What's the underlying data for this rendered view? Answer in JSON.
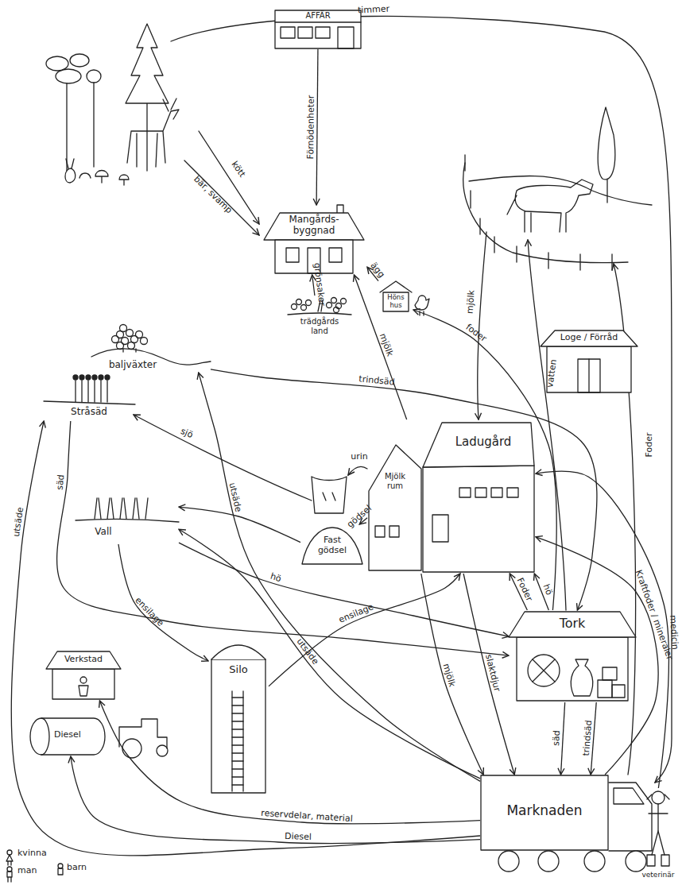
{
  "diagram": {
    "nodes": [
      {
        "text": [
          "AFFÄR"
        ]
      },
      {
        "text": [
          "Mangårds- byggnad"
        ]
      },
      {
        "text": [
          "trädgårds land"
        ]
      },
      {
        "text": [
          "Höns hus"
        ]
      },
      {
        "text": [
          "Loge / Förråd"
        ]
      },
      {
        "text": [
          "baljväxter"
        ]
      },
      {
        "text": [
          "Stråsäd"
        ]
      },
      {
        "text": [
          "Ladugård"
        ]
      },
      {
        "text": [
          "Mjölk rum"
        ],
        "in": 7
      },
      {
        "text": [
          "Fast gödsel"
        ]
      },
      {
        "text": [
          "Vall"
        ]
      },
      {
        "text": [
          "Tork"
        ]
      },
      {
        "text": [
          "Verkstad"
        ]
      },
      {
        "text": [
          "Silo"
        ]
      },
      {
        "text": [
          "Diesel"
        ]
      },
      {
        "text": [
          "Marknaden"
        ]
      },
      {
        "text": [
          "veterinär"
        ]
      }
    ],
    "edges": [
      {
        "from": 0,
        "to": 1,
        "arrow": "to",
        "label": "Förnödenheter"
      },
      {
        "from": 2,
        "to": 1,
        "arrow": "to",
        "label": "grönsaker"
      },
      {
        "from": 3,
        "to": 1,
        "arrow": "to",
        "label": "ägg"
      },
      {
        "from": 7,
        "to": 1,
        "arrow": "to",
        "label": "mjölk"
      },
      {
        "from": 11,
        "to": 3,
        "arrow": "to",
        "label": "foder"
      },
      {
        "from": 5,
        "to": 11,
        "arrow": "to",
        "label": "trindsäd"
      },
      {
        "from": 15,
        "to": 5,
        "arrow": "to",
        "label": "utsäde"
      },
      {
        "from": 15,
        "to": 6,
        "arrow": "to",
        "label": "utsäde"
      },
      {
        "from": 6,
        "to": 11,
        "arrow": "to",
        "label": "säd"
      },
      {
        "from": 7,
        "to": 9,
        "arrow": "to",
        "label": "gödsel"
      },
      {
        "from": 9,
        "to": 10,
        "arrow": "to"
      },
      {
        "from": 10,
        "to": 13,
        "arrow": "to",
        "label": "ensilage"
      },
      {
        "from": 13,
        "to": 7,
        "arrow": "to",
        "label": "ensilage"
      },
      {
        "from": 10,
        "to": 11,
        "arrow": "to",
        "label": "hö"
      },
      {
        "from": 15,
        "to": 10,
        "arrow": "to",
        "label": "utsäde"
      },
      {
        "from": 11,
        "to": 7,
        "arrow": "to",
        "label": "hö"
      },
      {
        "from": 11,
        "to": 7,
        "arrow": "to",
        "label": "Foder"
      },
      {
        "from": 15,
        "to": 7,
        "arrow": "to",
        "label": "Kraftfoder / mineraler"
      },
      {
        "from": 16,
        "to": 7,
        "arrow": "to",
        "label": "medicin"
      },
      {
        "from": 7,
        "to": 15,
        "arrow": "to",
        "label": "mjölk"
      },
      {
        "from": 7,
        "to": 15,
        "arrow": "to",
        "label": "slaktdjur"
      },
      {
        "from": 11,
        "to": 15,
        "arrow": "to",
        "label": "säd"
      },
      {
        "from": 11,
        "to": 15,
        "arrow": "to",
        "label": "trindsäd"
      },
      {
        "from": 15,
        "to": 12,
        "arrow": "to",
        "label": "reservdelar, material"
      },
      {
        "from": 15,
        "to": 14,
        "arrow": "to",
        "label": "Diesel"
      }
    ],
    "labels": [
      "timmer",
      "kött",
      "bär, svamp",
      "mjölk",
      "vatten",
      "Foder",
      "urin",
      "sjö"
    ],
    "legend": [
      {
        "text": "kvinna"
      },
      {
        "text": "man"
      },
      {
        "text": "barn"
      }
    ]
  }
}
